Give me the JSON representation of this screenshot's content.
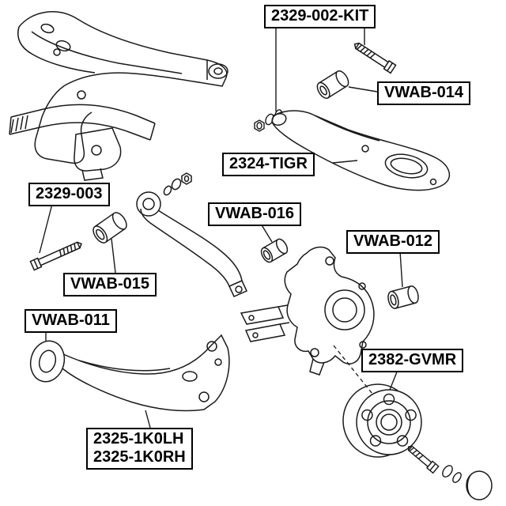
{
  "diagram": {
    "kind": "exploded-parts-diagram",
    "labels": {
      "kit": "2329-002-KIT",
      "vwab014": "VWAB-014",
      "tigr": "2324-TIGR",
      "b2329003": "2329-003",
      "vwab016": "VWAB-016",
      "vwab012": "VWAB-012",
      "vwab015": "VWAB-015",
      "vwab011": "VWAB-011",
      "gvmr": "2382-GVMR",
      "arm_lh": "2325-1K0LH",
      "arm_rh": "2325-1K0RH"
    },
    "colors": {
      "background": "#ffffff",
      "line": "#1a1a1a",
      "label_border": "#000000"
    }
  }
}
